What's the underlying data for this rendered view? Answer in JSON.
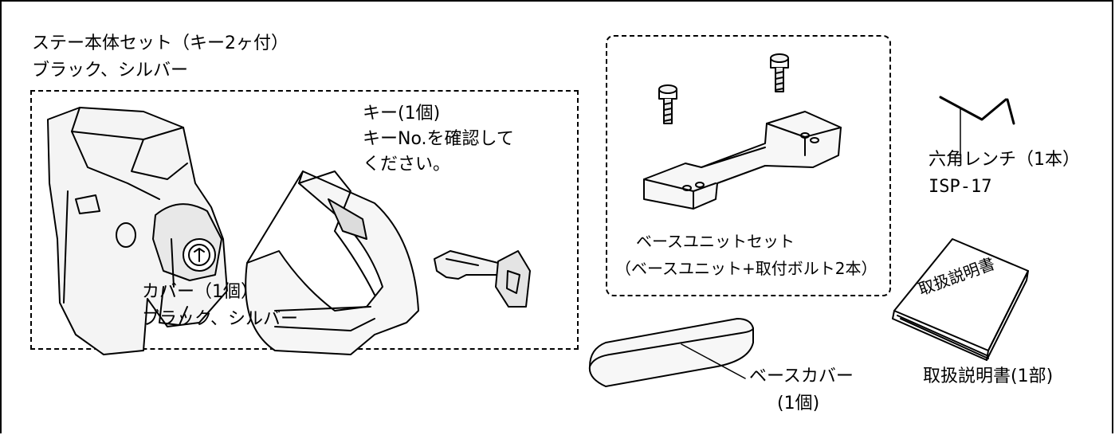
{
  "main_set": {
    "title": "ステー本体セット（キー2ヶ付）",
    "colors": "ブラック、シルバー"
  },
  "key": {
    "label": "キー(1個)",
    "note_line1": "キーNo.を確認して",
    "note_line2": "ください。"
  },
  "cover": {
    "label": "カバー（1個）",
    "colors": "ブラック、シルバー"
  },
  "base_unit_set": {
    "label": "ベースユニットセット",
    "contents": "（ベースユニット+取付ボルト2本）"
  },
  "hex_wrench": {
    "label": "六角レンチ（1本）",
    "part_no": "ISP-17"
  },
  "manual": {
    "cover_text": "取扱説明書",
    "label": "取扱説明書(1部)"
  },
  "base_cover": {
    "label": "ベースカバー",
    "qty": "(1個)"
  }
}
